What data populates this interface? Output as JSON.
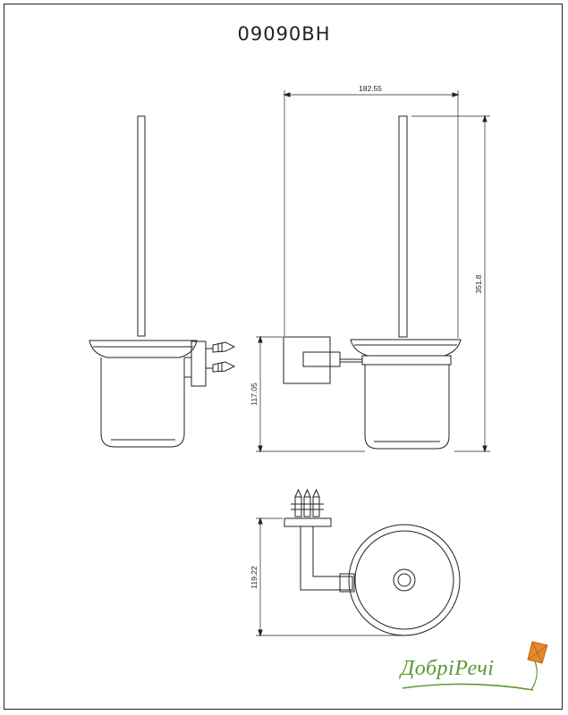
{
  "drawing": {
    "model_code": "09090BH",
    "dimensions": {
      "width": "182.55",
      "height_total": "351.8",
      "height_cup": "117.05",
      "depth": "119.22"
    }
  },
  "logo": {
    "text": "ДобріРечі",
    "kite_color": "#e58a2a",
    "text_color": "#5a9a2c"
  }
}
